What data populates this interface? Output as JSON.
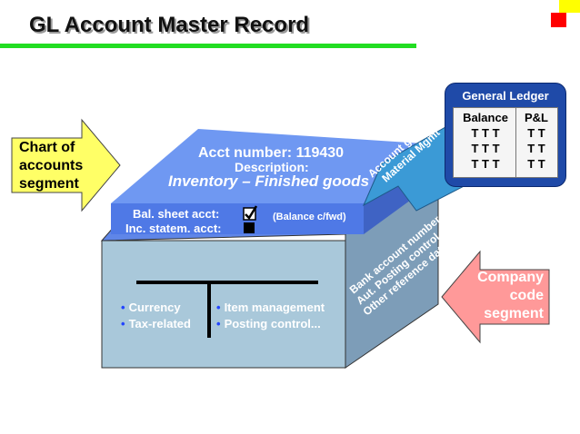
{
  "title": "GL Account Master Record",
  "chart_of_accounts": [
    "Chart of",
    "accounts",
    "segment"
  ],
  "company_code": [
    "Company",
    "code",
    "segment"
  ],
  "general_ledger": {
    "title": "General Ledger",
    "balance_header": "Balance",
    "pl_header": "P&L",
    "balance_rows": [
      "T T T",
      "T T T",
      "T T T"
    ],
    "pl_rows": [
      "T T",
      "T T",
      "T T"
    ]
  },
  "top_face": {
    "acct_number": "Acct number: 119430",
    "description_label": "Description:",
    "description_value": "Inventory – Finished goods",
    "bal_sheet_acct": "Bal. sheet acct:",
    "inc_statem_acct": "Inc. statem. acct:",
    "balance_cfwd": "(Balance c/fwd)"
  },
  "callout": [
    "Account group:",
    "Material Mgmt"
  ],
  "side_face": [
    "Bank account number",
    "Aut. Posting control",
    "Other reference data"
  ],
  "front_left_bullets": [
    "Currency",
    "Tax-related"
  ],
  "front_right_bullets": [
    "Item management",
    "Posting control..."
  ]
}
